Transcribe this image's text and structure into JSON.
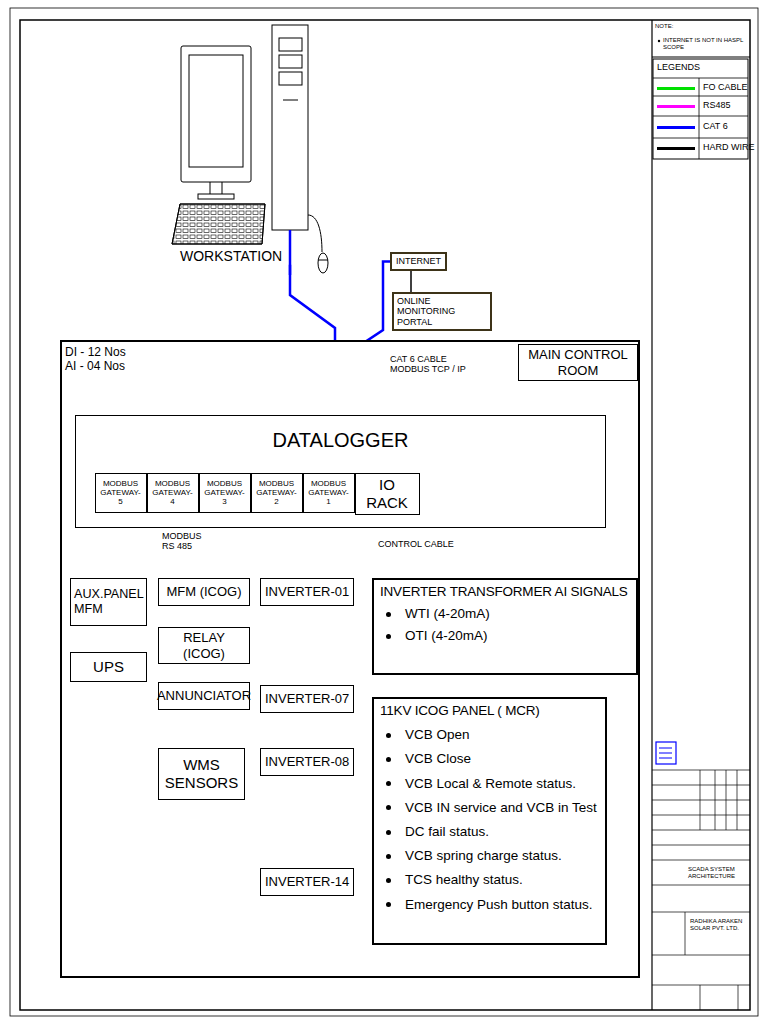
{
  "diagram": {
    "nodes": [
      {
        "text": [
          "WORKSTATION"
        ]
      },
      {
        "text": [
          "INTERNET"
        ]
      },
      {
        "text": [
          "ONLINE MONITORING PORTAL"
        ]
      },
      {
        "text": [
          "DI - 12 Nos AI - 04 Nos"
        ]
      },
      {
        "text": [
          "MAIN CONTROL ROOM"
        ],
        "in": 3
      },
      {
        "text": [
          "DATALOGGER"
        ],
        "in": 3
      },
      {
        "text": [
          "MODBUS GATEWAY-5"
        ],
        "in": 5
      },
      {
        "text": [
          "MODBUS GATEWAY-4"
        ],
        "in": 5
      },
      {
        "text": [
          "MODBUS GATEWAY-3"
        ],
        "in": 5
      },
      {
        "text": [
          "MODBUS GATEWAY-2"
        ],
        "in": 5
      },
      {
        "text": [
          "MODBUS GATEWAY-1"
        ],
        "in": 5
      },
      {
        "text": [
          "IO RACK"
        ],
        "in": 5
      },
      {
        "text": [
          "AUX.PANEL MFM"
        ],
        "in": 3
      },
      {
        "text": [
          "UPS"
        ],
        "in": 3
      },
      {
        "text": [
          "MFM (ICOG)"
        ],
        "in": 3
      },
      {
        "text": [
          "RELAY (ICOG)"
        ],
        "in": 3
      },
      {
        "text": [
          "ANNUNCIATOR"
        ],
        "in": 3
      },
      {
        "text": [
          "WMS SENSORS"
        ],
        "in": 3
      },
      {
        "text": [
          "INVERTER-01"
        ],
        "in": 3
      },
      {
        "text": [
          "INVERTER-07"
        ],
        "in": 3
      },
      {
        "text": [
          "INVERTER-08"
        ],
        "in": 3
      },
      {
        "text": [
          "INVERTER-14"
        ],
        "in": 3
      },
      {
        "text": [
          "INVERTER TRANSFORMER AI SIGNALS",
          "WTI (4-20mA)",
          "OTI (4-20mA)"
        ],
        "in": 3
      },
      {
        "text": [
          "11KV ICOG PANEL ( MCR)",
          "VCB Open",
          "VCB Close",
          "VCB Local & Remote status.",
          "VCB IN service and VCB in Test",
          "DC fail status.",
          "VCB spring charge status.",
          "TCS healthy status.",
          "Emergency Push button status."
        ],
        "in": 3
      }
    ],
    "edges": [
      {
        "from": 0,
        "to": 5,
        "arrow": "none"
      },
      {
        "from": 1,
        "to": 5,
        "arrow": "none"
      },
      {
        "from": 1,
        "to": 2,
        "arrow": "none"
      },
      {
        "from": 6,
        "to": 12,
        "arrow": "none"
      },
      {
        "from": 7,
        "to": 17,
        "arrow": "none"
      },
      {
        "from": 8,
        "to": 14,
        "arrow": "none"
      },
      {
        "from": 9,
        "to": 20,
        "arrow": "none"
      },
      {
        "from": 10,
        "to": 18,
        "arrow": "none"
      },
      {
        "from": 12,
        "to": 13,
        "arrow": "none"
      },
      {
        "from": 14,
        "to": 15,
        "arrow": "none"
      },
      {
        "from": 15,
        "to": 16,
        "arrow": "none"
      },
      {
        "from": 18,
        "to": 19,
        "arrow": "none"
      },
      {
        "from": 20,
        "to": 21,
        "arrow": "none"
      },
      {
        "from": 11,
        "to": 22,
        "arrow": "none"
      },
      {
        "from": 11,
        "to": 23,
        "arrow": "none"
      }
    ],
    "labels": [
      "NOTE:",
      "INTERNET IS NOT IN HASPL SCOPE",
      "LEGENDS",
      "CAT 6 CABLE MODBUS TCP / IP",
      "MODBUS RS 485",
      "CONTROL CABLE",
      "SCADA SYSTEM ARCHITECTURE",
      "RADHIKA ARAKEN SOLAR PVT. LTD."
    ],
    "legend": [
      {
        "text": "FO CABLE",
        "color": "#00e000"
      },
      {
        "text": "RS485",
        "color": "#ff00ff"
      },
      {
        "text": "CAT 6",
        "color": "#0000ff"
      },
      {
        "text": "HARD WIRE",
        "color": "#000000"
      }
    ]
  }
}
